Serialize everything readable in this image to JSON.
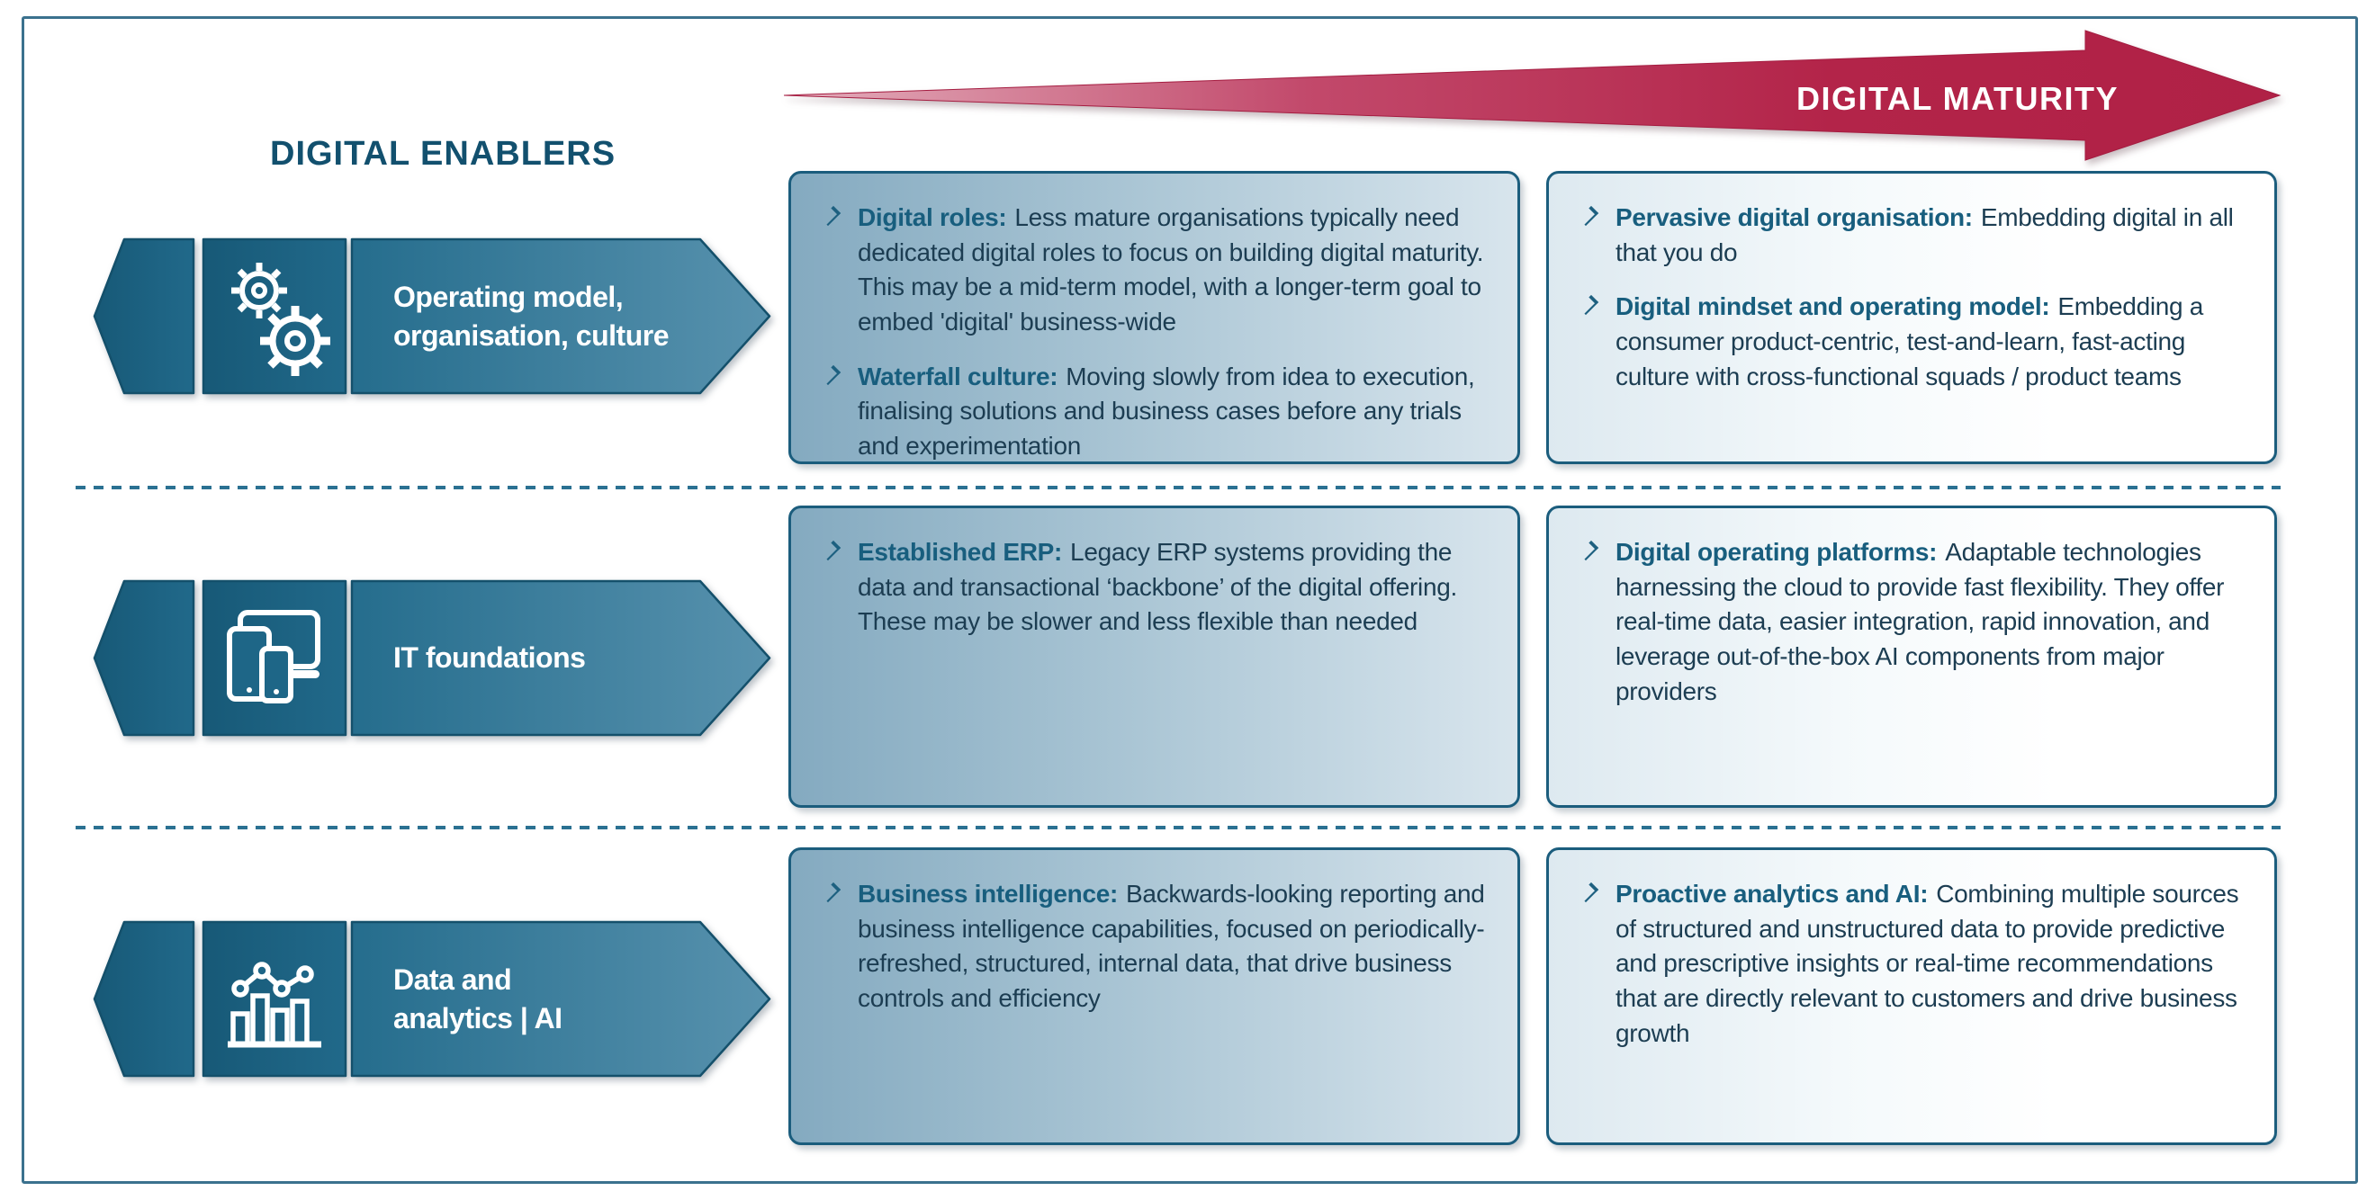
{
  "header": {
    "enablers_title": "DIGITAL ENABLERS",
    "maturity_label": "DIGITAL MATURITY"
  },
  "colors": {
    "frame_border": "#3b718e",
    "teal_dark": "#14506b",
    "teal_heading": "#185e7e",
    "arrow_teal_fill_left": "#1a5c78",
    "arrow_teal_fill_right": "#5892ae",
    "maturity_arrow_red": "#b32449",
    "box_low_fill_left": "#84aac0",
    "box_low_fill_right": "#d8e5ed",
    "box_high_fill_left": "#dde9f0",
    "body_text": "#1c3d52"
  },
  "icons": [
    "gears-icon",
    "devices-icon",
    "bar-chart-icon",
    "chevron-bullet-icon",
    "arrow-right-icon"
  ],
  "rows": [
    {
      "enabler_label": "Operating model,\norganisation, culture",
      "icon": "gears-icon",
      "low": {
        "bullets": [
          {
            "term": "Digital roles:",
            "text": "Less mature organisations typically need dedicated digital roles to focus on building digital maturity. This may be a mid-term model, with a longer-term goal to embed 'digital' business-wide"
          },
          {
            "term": "Waterfall culture:",
            "text": "Moving slowly from idea to execution, finalising solutions and business cases before any trials and experimentation"
          }
        ]
      },
      "high": {
        "bullets": [
          {
            "term": "Pervasive digital organisation:",
            "text": "Embedding digital in all that you do"
          },
          {
            "term": "Digital mindset and operating model:",
            "text": "Embedding a consumer product-centric, test-and-learn, fast-acting culture with cross-functional squads / product teams"
          }
        ]
      }
    },
    {
      "enabler_label": "IT foundations",
      "icon": "devices-icon",
      "low": {
        "bullets": [
          {
            "term": "Established ERP:",
            "text": "Legacy ERP systems providing the data and transactional ‘backbone’ of the digital offering. These may be slower and less flexible than needed"
          }
        ]
      },
      "high": {
        "bullets": [
          {
            "term": "Digital operating platforms:",
            "text": "Adaptable technologies harnessing the cloud to provide fast flexibility. They offer real-time data, easier integration, rapid innovation, and leverage out-of-the-box AI components from major providers"
          }
        ]
      }
    },
    {
      "enabler_label": "Data and\nanalytics  |  AI",
      "icon": "bar-chart-icon",
      "low": {
        "bullets": [
          {
            "term": "Business intelligence:",
            "text": "Backwards-looking reporting and business intelligence capabilities, focused on periodically-refreshed, structured, internal data, that drive business controls and efficiency"
          }
        ]
      },
      "high": {
        "bullets": [
          {
            "term": "Proactive analytics and AI:",
            "text": "Combining multiple sources of structured and unstructured data to provide predictive and prescriptive insights or real-time recommendations that are directly relevant to customers and drive business growth"
          }
        ]
      }
    }
  ]
}
